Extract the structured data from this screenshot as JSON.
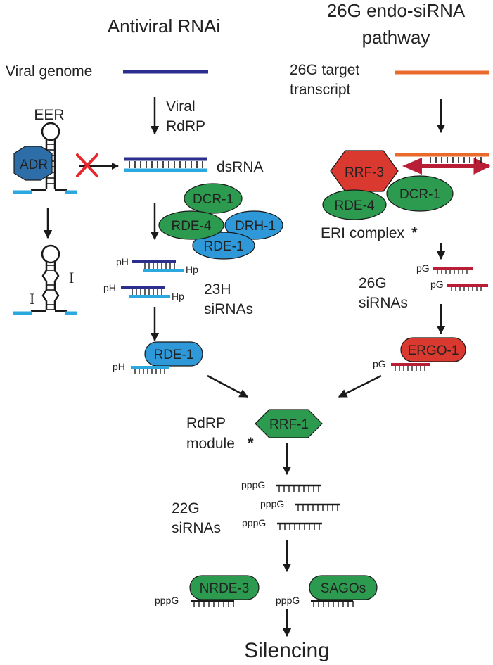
{
  "titles": {
    "left": "Antiviral RNAi",
    "right_line1": "26G endo-siRNA",
    "right_line2": "pathway"
  },
  "labels": {
    "viral_genome": "Viral genome",
    "viral_rdrp_line1": "Viral",
    "viral_rdrp_line2": "RdRP",
    "eer": "EER",
    "dsrna": "dsRNA",
    "target_line1": "26G target",
    "target_line2": "transcript",
    "eri_complex": "ERI complex",
    "star": "*",
    "sirna23_line1": "23H",
    "sirna23_line2": "siRNAs",
    "sirna26_line1": "26G",
    "sirna26_line2": "siRNAs",
    "rdrp_module_line1": "RdRP",
    "rdrp_module_line2": "module",
    "sirna22_line1": "22G",
    "sirna22_line2": "siRNAs",
    "silencing": "Silencing",
    "inosine": "I"
  },
  "proteins": {
    "adr": "ADR",
    "dcr1": "DCR-1",
    "rde4": "RDE-4",
    "drh1": "DRH-1",
    "rde1": "RDE-1",
    "rrf3": "RRF-3",
    "ergo1": "ERGO-1",
    "rrf1": "RRF-1",
    "nrde3": "NRDE-3",
    "sagos": "SAGOs"
  },
  "ends": {
    "ph": "pH",
    "hp": "Hp",
    "pg": "pG",
    "pppg": "pppG"
  },
  "colors": {
    "navy": "#2b2e8c",
    "sky": "#2aa8df",
    "orange": "#ea6a2c",
    "crimson": "#b81f37",
    "green": "#2c9b4f",
    "blue_protein": "#2e98d8",
    "adr_blue": "#2d6ea8",
    "red_protein": "#d9392e",
    "cross_red": "#e8262b",
    "arrow": "#1a1a1a"
  }
}
